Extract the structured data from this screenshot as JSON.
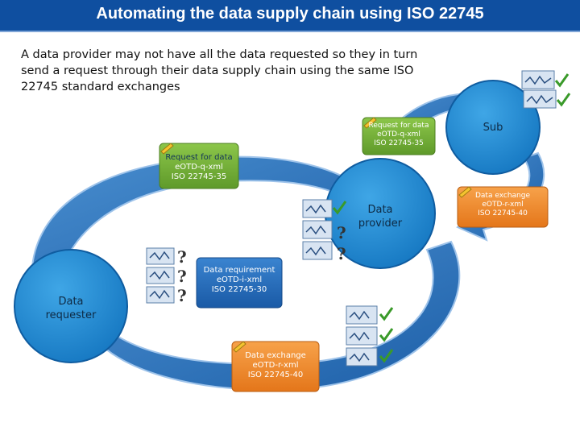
{
  "slide": {
    "title": "Automating the data supply chain using ISO 22745",
    "intro": "A data provider may not have all the data requested so they in turn send a request through their data supply chain using the same ISO 22745 standard exchanges"
  },
  "nodes": {
    "requester": {
      "line1": "Data",
      "line2": "requester"
    },
    "provider": {
      "line1": "Data",
      "line2": "provider"
    },
    "sub": {
      "label": "Sub"
    }
  },
  "boxes": {
    "request_main": {
      "line1": "Request for data",
      "line2": "eOTD-q-xml",
      "line3": "ISO 22745-35"
    },
    "request_sub": {
      "line1": "Request for data",
      "line2": "eOTD-q-xml",
      "line3": "ISO 22745-35"
    },
    "requirement": {
      "line1": "Data requirement",
      "line2": "eOTD-i-xml",
      "line3": "ISO 22745-30"
    },
    "exchange_main": {
      "line1": "Data exchange",
      "line2": "eOTD-r-xml",
      "line3": "ISO 22745-40"
    },
    "exchange_sub": {
      "line1": "Data exchange",
      "line2": "eOTD-r-xml",
      "line3": "ISO 22745-40"
    }
  },
  "colors": {
    "title_bar": "#0f4fa0",
    "circle": "#1b8cd3",
    "arrow": "#2a6fb3",
    "green_box": "#77b23a",
    "blue_box": "#2166b4",
    "orange_box": "#f08a24"
  }
}
